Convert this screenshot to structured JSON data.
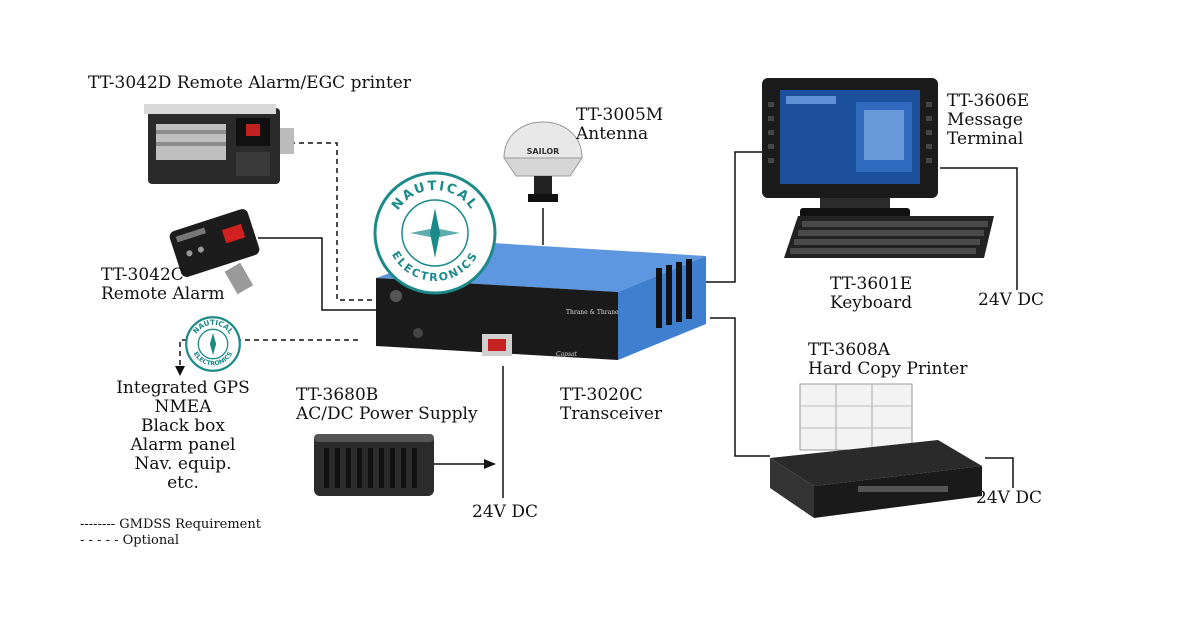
{
  "labels": {
    "printer_alarm": "TT-3042D  Remote Alarm/EGC printer",
    "antenna_model": "TT-3005M",
    "antenna_name": "Antenna",
    "terminal_model": "TT-3606E",
    "terminal_line2": "Message",
    "terminal_line3": "Terminal",
    "remote_alarm_model": "TT-3042C",
    "remote_alarm_name": "Remote Alarm",
    "keyboard_model": "TT-3601E",
    "keyboard_name": "Keyboard",
    "dc_keyboard": "24V DC",
    "hardcopy_model": "TT-3608A",
    "hardcopy_name": "Hard Copy Printer",
    "gps_lines": [
      "Integrated GPS",
      "NMEA",
      "Black box",
      "Alarm panel",
      "Nav. equip.",
      "etc."
    ],
    "psu_model": "TT-3680B",
    "psu_name": "AC/DC Power Supply",
    "transceiver_model": "TT-3020C",
    "transceiver_name": "Transceiver",
    "dc_psu": "24V DC",
    "dc_printer": "24V DC"
  },
  "legend": {
    "solid": "-------- GMDSS Requirement",
    "dashed": "- - - - - Optional"
  },
  "logo": {
    "top_text": "NAUTICAL",
    "bottom_text": "ELECTRONICS",
    "color": "#1d8a8a"
  },
  "device_text": {
    "transceiver_brand": "Thrane & Thrane",
    "transceiver_sub": "Capsat",
    "antenna_brand": "SAILOR"
  },
  "colors": {
    "transceiver_blue": "#3f7fd0",
    "device_dark": "#1e1e1e",
    "screen_blue": "#1c4f9c"
  }
}
